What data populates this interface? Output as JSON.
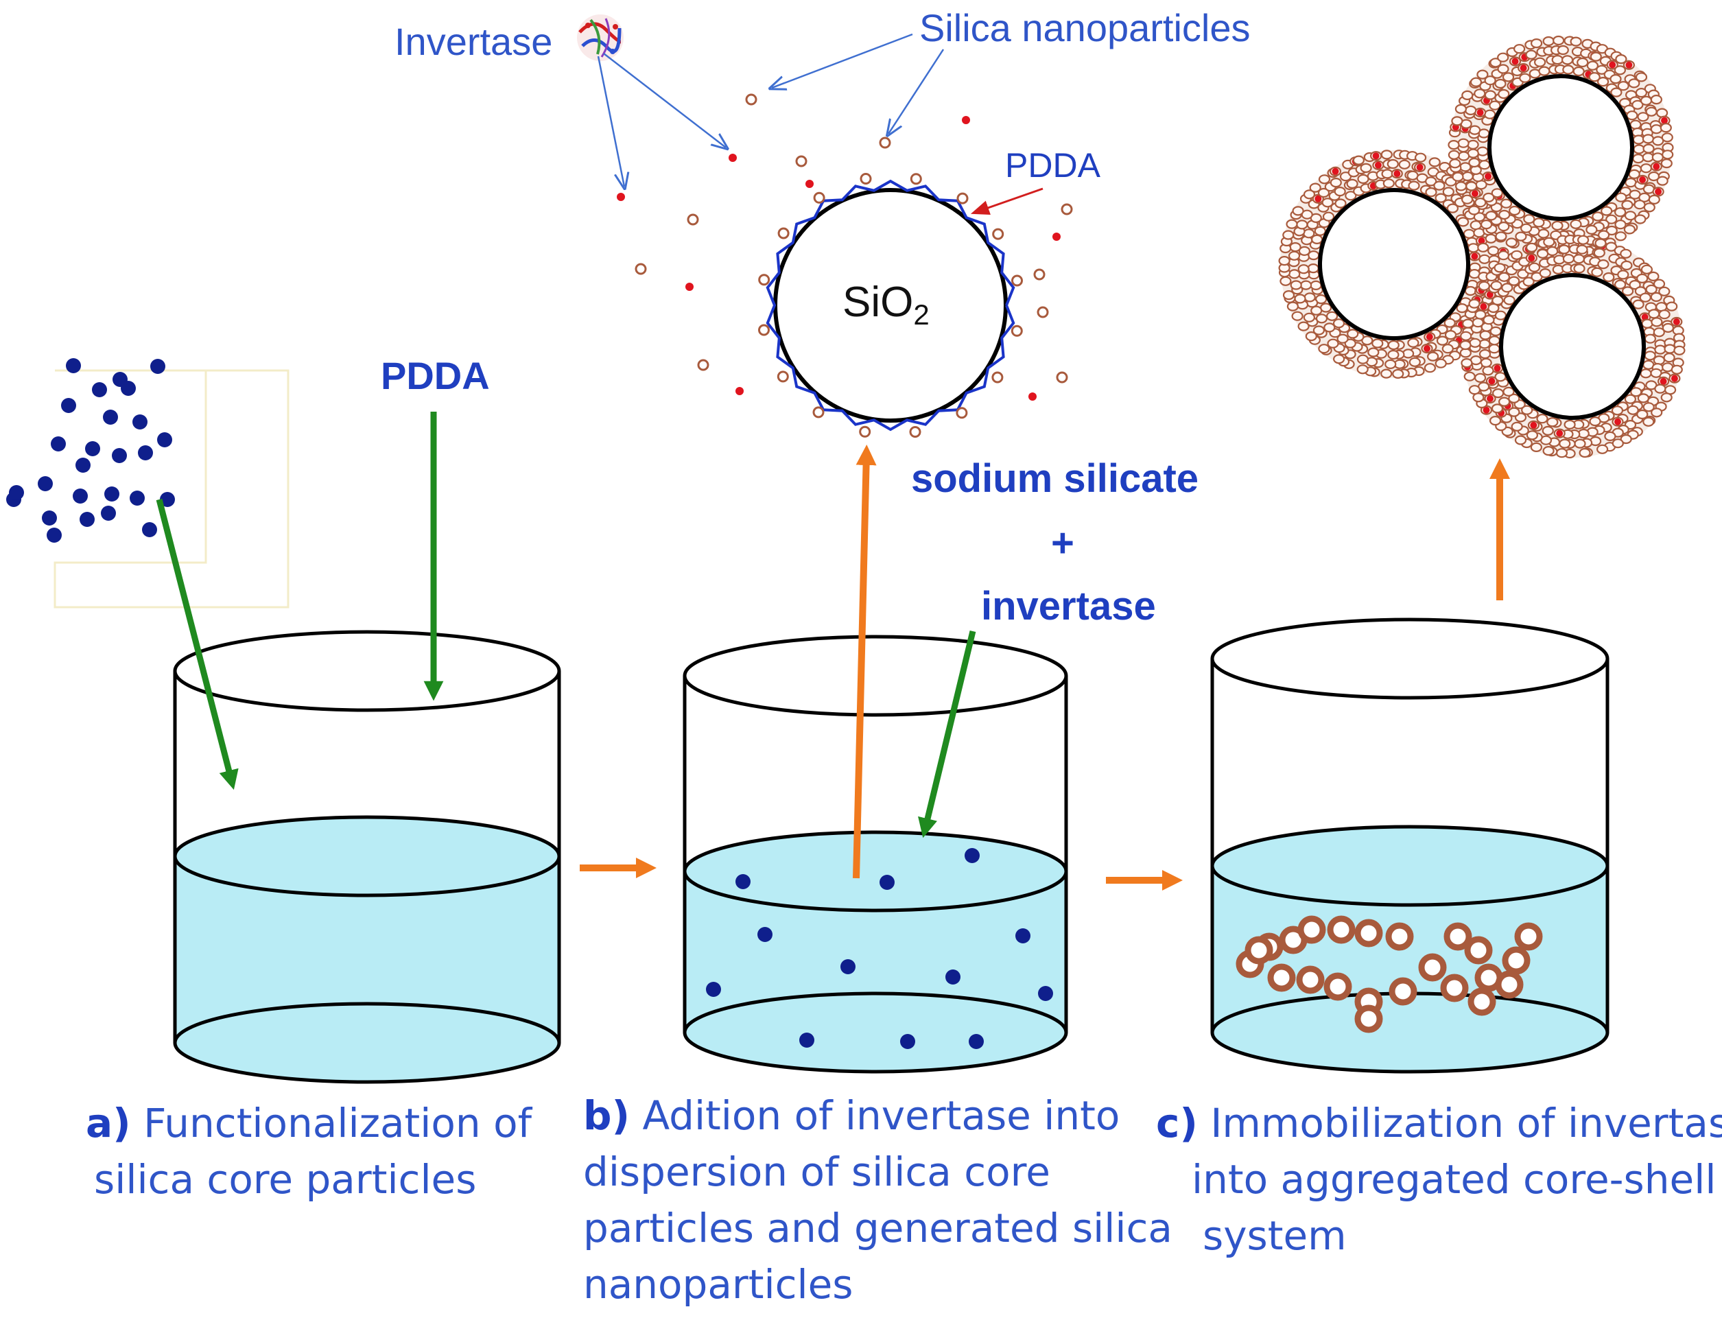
{
  "labels": {
    "invertase": "Invertase",
    "silica_nanoparticles": "Silica nanoparticles",
    "pdda_top": "PDDA",
    "pdda_shell": "PDDA",
    "core_formula": "SiO",
    "core_subscript": "2",
    "sodium_silicate": "sodium silicate",
    "plus": "+",
    "invertase_reagent": "invertase"
  },
  "steps": [
    {
      "letter": "a)",
      "lines": [
        "Functionalization of",
        "silica core particles"
      ]
    },
    {
      "letter": "b)",
      "lines": [
        "Adition of invertase into",
        "dispersion of silica core",
        "particles and generated silica",
        "nanoparticles"
      ]
    },
    {
      "letter": "c)",
      "lines": [
        "Immobilization of invertase",
        "into aggregated core-shell",
        "system"
      ]
    }
  ],
  "colors": {
    "liquid": "#b9ecf5",
    "core_particle": "#0f1f8c",
    "enzyme": "#e0141e",
    "nanoparticle": "#a85a3c",
    "green_arrow": "#1f8a1f",
    "orange_arrow": "#f07a1e",
    "label_blue": "#1f3fc0"
  }
}
